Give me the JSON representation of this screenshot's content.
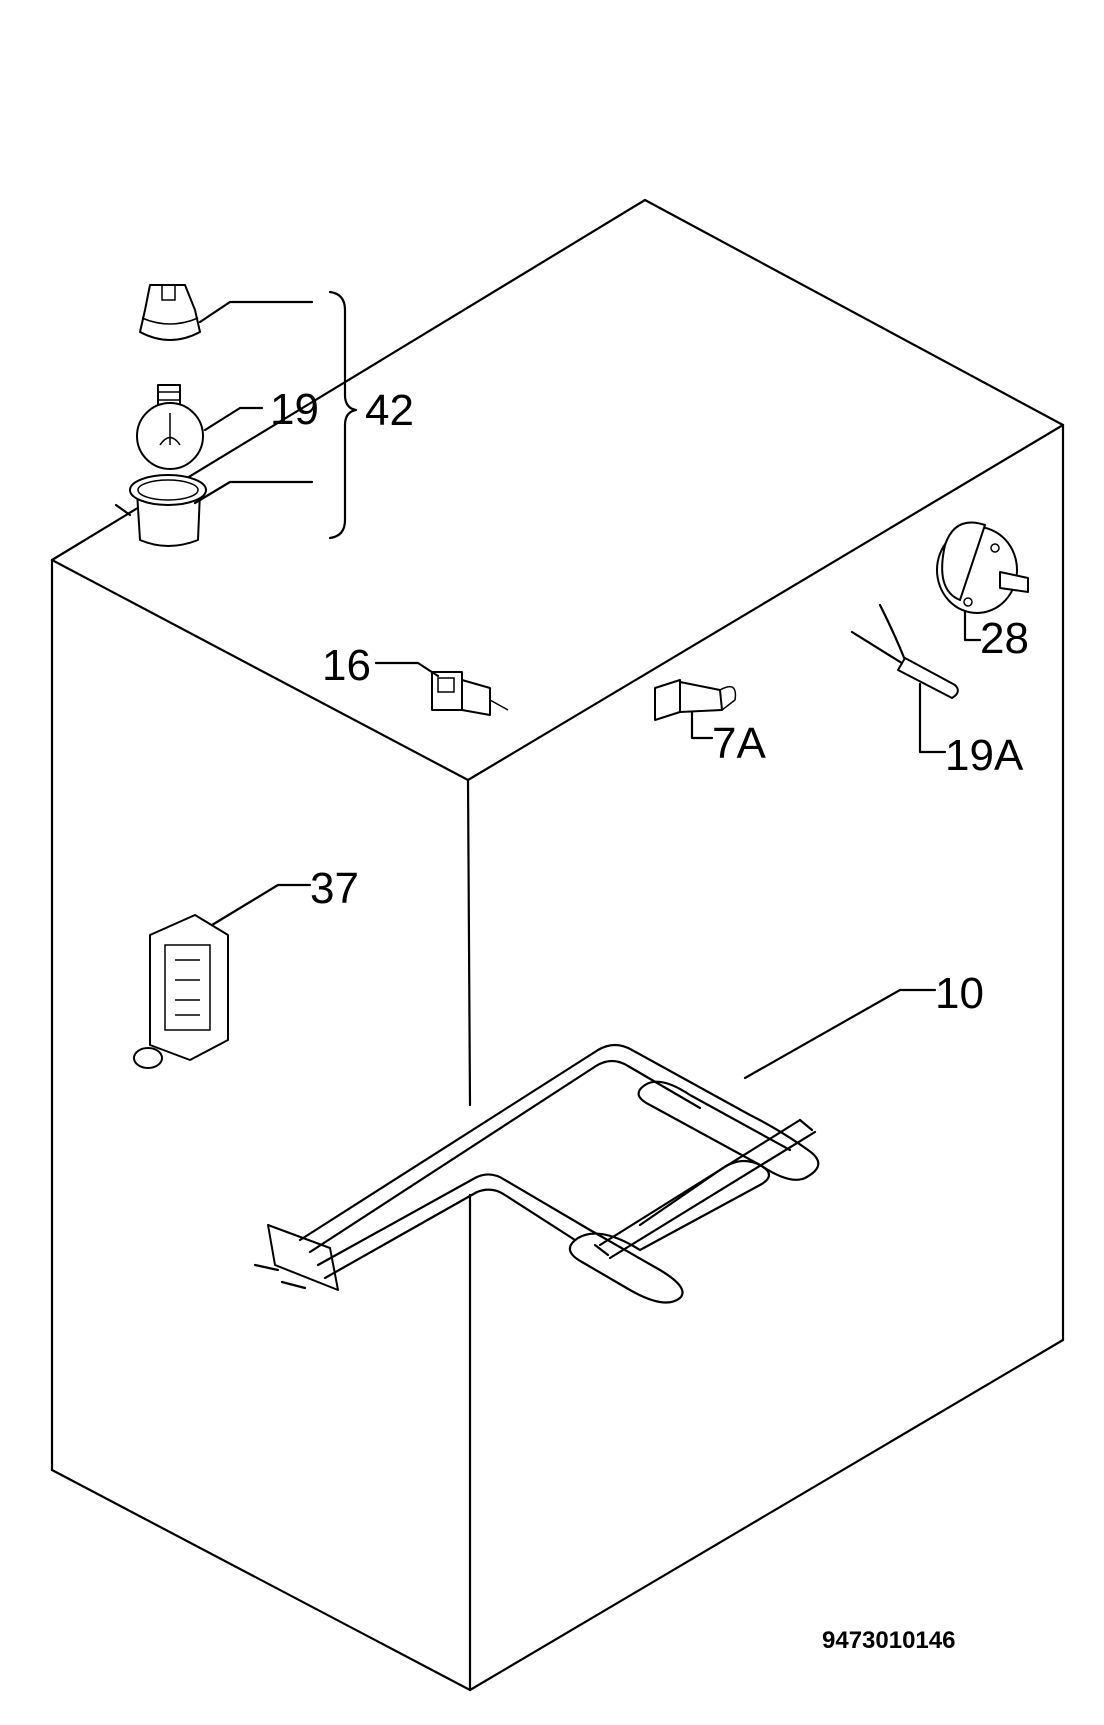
{
  "diagram": {
    "document_code": "9473010146",
    "callouts": {
      "lamp_group": "42",
      "lamp_bulb": "19",
      "switch": "16",
      "door_switch": "7A",
      "sensor": "19A",
      "thermostat": "28",
      "terminal_block": "37",
      "heating_element": "10"
    }
  }
}
